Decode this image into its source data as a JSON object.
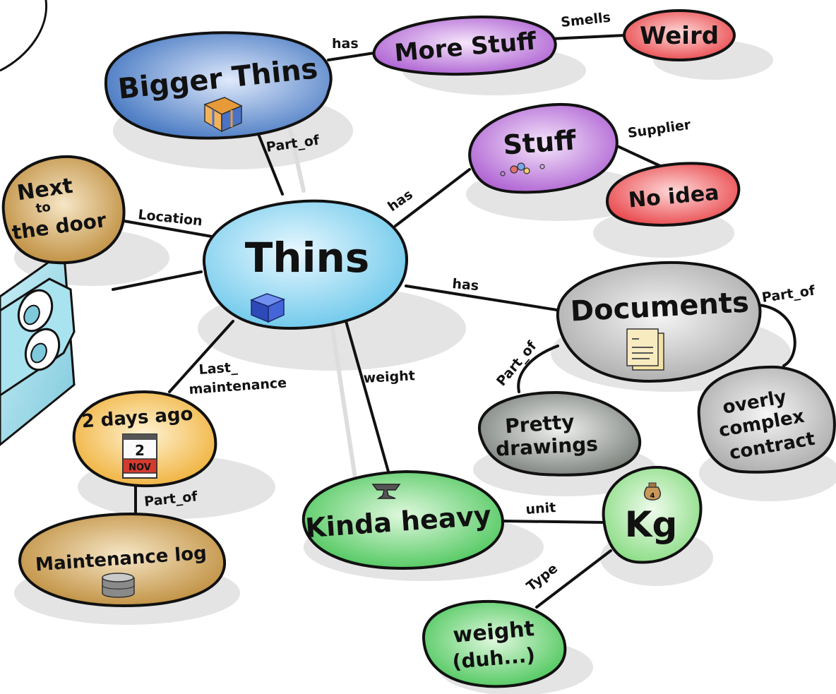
{
  "colors": {
    "blue_dark": "#3f78c4",
    "blue_light": "#7cd2f0",
    "purple": "#b86fd6",
    "red": "#ef4a4e",
    "ochre": "#c9953f",
    "orange": "#f5bb3e",
    "gray": "#bdbdbd",
    "gray_dark": "#8a8e8a",
    "green": "#5cd06c",
    "green_light": "#8ee08a",
    "outline": "#111111",
    "shadow": "#e3e3e3"
  },
  "nodes": {
    "thins": "Thins",
    "bigger_thins": "Bigger Thins",
    "more_stuff": "More Stuff",
    "weird": "Weird",
    "stuff": "Stuff",
    "no_idea": "No idea",
    "next_to_door": [
      "Next",
      "to",
      "the door"
    ],
    "documents": "Documents",
    "pretty_drawings": [
      "Pretty",
      "drawings"
    ],
    "overly_complex_contract": [
      "overly",
      "complex",
      "contract"
    ],
    "two_days_ago": "2 days ago",
    "calendar_day": "2",
    "calendar_month": "NOV",
    "maintenance_log": "Maintenance log",
    "kinda_heavy": "Kinda heavy",
    "kg": "Kg",
    "kg_tag": "4",
    "weight_duh": [
      "weight",
      "(duh...)"
    ]
  },
  "edges": {
    "has_more_stuff": "has",
    "smells": "Smells",
    "part_of_bigger": "Part_of",
    "has_stuff": "has",
    "supplier": "Supplier",
    "location": "Location",
    "has_documents": "has",
    "part_of_documents": "Part_of",
    "part_of_drawings": "Part_of",
    "last_maintenance": [
      "Last_",
      "maintenance"
    ],
    "weight": "weight",
    "part_of_log": "Part_of",
    "unit": "unit",
    "type": "Type"
  }
}
